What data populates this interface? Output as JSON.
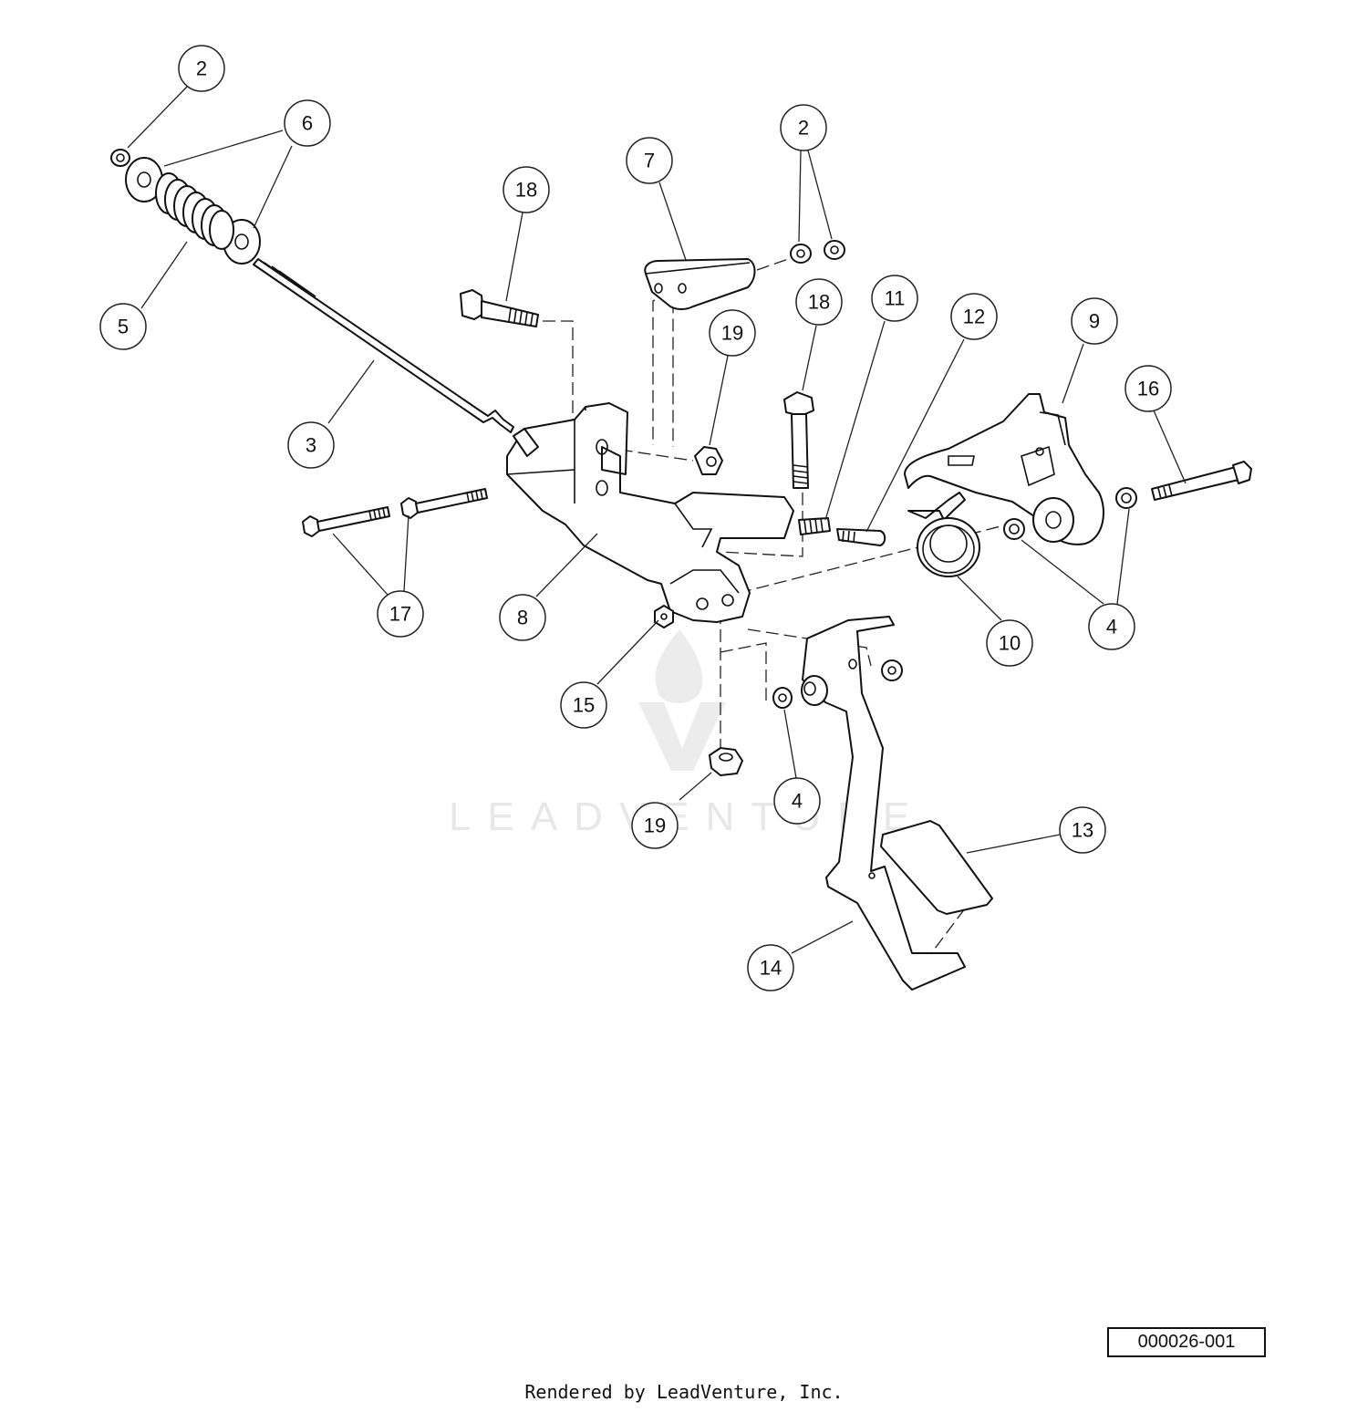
{
  "diagram": {
    "callouts": [
      "2",
      "6",
      "5",
      "3",
      "18",
      "7",
      "2",
      "19",
      "18",
      "11",
      "12",
      "9",
      "16",
      "17",
      "8",
      "15",
      "19",
      "4",
      "10",
      "4",
      "13",
      "14"
    ],
    "watermark": "LEADVENTURE",
    "figure_id": "000026-001",
    "footer": "Rendered by LeadVenture, Inc."
  }
}
